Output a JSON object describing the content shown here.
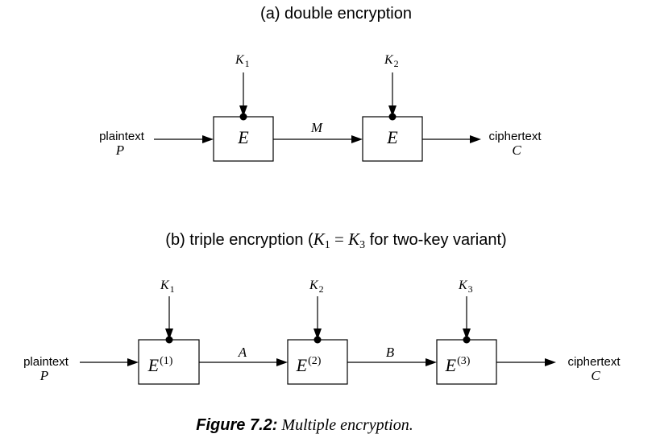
{
  "panel_a": {
    "title": "(a) double encryption",
    "input": {
      "word": "plaintext",
      "symbol": "P"
    },
    "output": {
      "word": "ciphertext",
      "symbol": "C"
    },
    "boxes": [
      {
        "label": "E",
        "sup": "",
        "key": "K",
        "key_sub": "1"
      },
      {
        "label": "E",
        "sup": "",
        "key": "K",
        "key_sub": "2"
      }
    ],
    "intermediates": [
      "M"
    ]
  },
  "panel_b": {
    "title_prefix": "(b) triple encryption (",
    "title_math_k1": "K",
    "title_math_k1_sub": "1",
    "title_math_eq": " = ",
    "title_math_k3": "K",
    "title_math_k3_sub": "3",
    "title_suffix": " for two-key variant)",
    "input": {
      "word": "plaintext",
      "symbol": "P"
    },
    "output": {
      "word": "ciphertext",
      "symbol": "C"
    },
    "boxes": [
      {
        "label": "E",
        "sup": "(1)",
        "key": "K",
        "key_sub": "1"
      },
      {
        "label": "E",
        "sup": "(2)",
        "key": "K",
        "key_sub": "2"
      },
      {
        "label": "E",
        "sup": "(3)",
        "key": "K",
        "key_sub": "3"
      }
    ],
    "intermediates": [
      "A",
      "B"
    ]
  },
  "caption": {
    "label": "Figure 7.2:",
    "text": "Multiple encryption."
  }
}
